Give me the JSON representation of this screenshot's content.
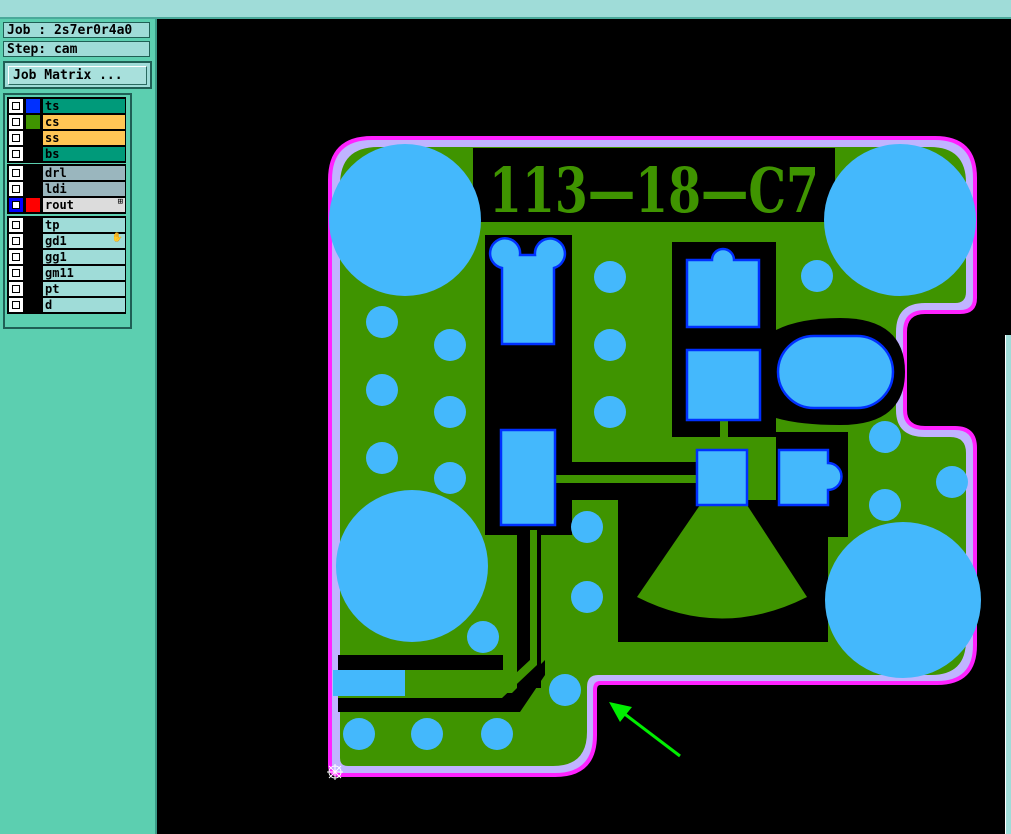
{
  "job_label": "Job : 2s7er0r4a0",
  "step_label": "Step: cam",
  "job_matrix_button": "Job Matrix ...",
  "layer_groups": [
    [
      {
        "name": "ts",
        "color": "#0030ff",
        "bg": "#009a7a"
      },
      {
        "name": "cs",
        "color": "#3f9400",
        "bg": "#ffc655"
      },
      {
        "name": "ss",
        "color": "",
        "bg": "#ffc655"
      },
      {
        "name": "bs",
        "color": "",
        "bg": "#009a7a"
      }
    ],
    [
      {
        "name": "drl",
        "color": "",
        "bg": "#9ab6be"
      },
      {
        "name": "ldi",
        "color": "",
        "bg": "#9ab6be"
      },
      {
        "name": "rout",
        "color": "#ff0000",
        "bg": "#dcdcdc",
        "selected": true
      }
    ],
    [
      {
        "name": "tp",
        "bg": "#9fdcd8"
      },
      {
        "name": "gd1",
        "bg": "#9fdcd8"
      },
      {
        "name": "gg1",
        "bg": "#9fdcd8"
      },
      {
        "name": "gm11",
        "bg": "#9fdcd8"
      },
      {
        "name": "pt",
        "bg": "#9fdcd8"
      },
      {
        "name": "d",
        "bg": "#9fdcd8"
      }
    ]
  ],
  "board_text": "113—18—C7",
  "colors": {
    "copper": "#3f9400",
    "pad": "#44b8fc",
    "pad_outline": "#0030ff",
    "rout": "#ff22ff",
    "mask": "#c0b4ff",
    "arrow": "#00ee00"
  }
}
